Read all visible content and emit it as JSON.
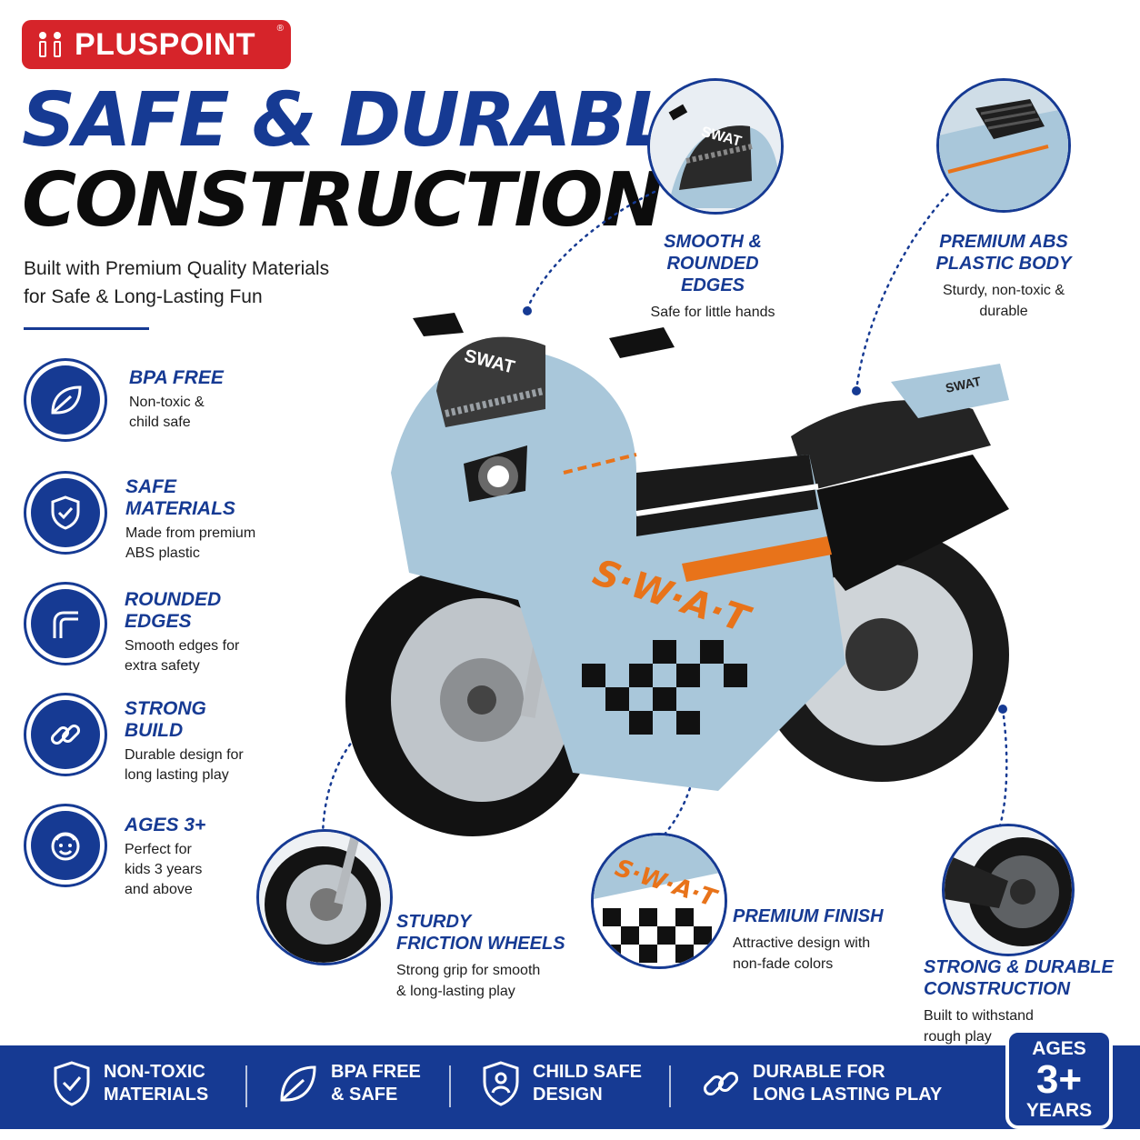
{
  "brand": {
    "name": "PLUSPOINT",
    "reg_mark": "®"
  },
  "headline": {
    "line1": "SAFE & DURABLE",
    "line2": "CONSTRUCTION"
  },
  "subtitle": {
    "line1": "Built with Premium Quality Materials",
    "line2": "for Safe & Long-Lasting Fun"
  },
  "features": [
    {
      "title1": "BPA FREE",
      "title2": "",
      "desc1": "Non-toxic &",
      "desc2": "child safe",
      "icon": "leaf-icon"
    },
    {
      "title1": "SAFE",
      "title2": "MATERIALS",
      "desc1": "Made from premium",
      "desc2": "ABS plastic",
      "icon": "shield-check-icon"
    },
    {
      "title1": "ROUNDED",
      "title2": "EDGES",
      "desc1": "Smooth edges for",
      "desc2": "extra safety",
      "icon": "rounded-corner-icon"
    },
    {
      "title1": "STRONG",
      "title2": "BUILD",
      "desc1": "Durable design for",
      "desc2": "long lasting play",
      "icon": "chain-link-icon"
    },
    {
      "title1": "AGES 3+",
      "title2": "",
      "desc1": "Perfect for",
      "desc2": "kids 3 years",
      "desc3": "and above",
      "icon": "child-face-icon"
    }
  ],
  "callouts": {
    "smooth": {
      "title1": "SMOOTH &",
      "title2": "ROUNDED EDGES",
      "desc1": "Safe for little hands"
    },
    "abs": {
      "title1": "PREMIUM ABS",
      "title2": "PLASTIC BODY",
      "desc1": "Sturdy, non-toxic &",
      "desc2": "durable"
    },
    "wheels": {
      "title1": "STURDY",
      "title2": "FRICTION WHEELS",
      "desc1": "Strong grip for smooth",
      "desc2": "& long-lasting play"
    },
    "finish": {
      "title1": "PREMIUM FINISH",
      "desc1": "Attractive design with",
      "desc2": "non-fade colors"
    },
    "construction": {
      "title1": "STRONG & DURABLE",
      "title2": "CONSTRUCTION",
      "desc1": "Built to withstand",
      "desc2": "rough play"
    }
  },
  "bike": {
    "swat_label": "SWAT",
    "swat_side": "S·W·A·T",
    "swat_tail": "SWAT"
  },
  "bottom_bar": [
    {
      "line1": "NON-TOXIC",
      "line2": "MATERIALS",
      "icon": "shield-check-icon"
    },
    {
      "line1": "BPA FREE",
      "line2": "& SAFE",
      "icon": "leaf-icon"
    },
    {
      "line1": "CHILD SAFE",
      "line2": "DESIGN",
      "icon": "shield-person-icon"
    },
    {
      "line1": "DURABLE FOR",
      "line2": "LONG LASTING PLAY",
      "icon": "chain-link-icon"
    }
  ],
  "ages_badge": {
    "top": "AGES",
    "num": "3+",
    "bottom": "YEARS"
  },
  "colors": {
    "navy": "#163a93",
    "red": "#d6242a",
    "bike_blue": "#a9c7da",
    "orange": "#e8731a"
  }
}
